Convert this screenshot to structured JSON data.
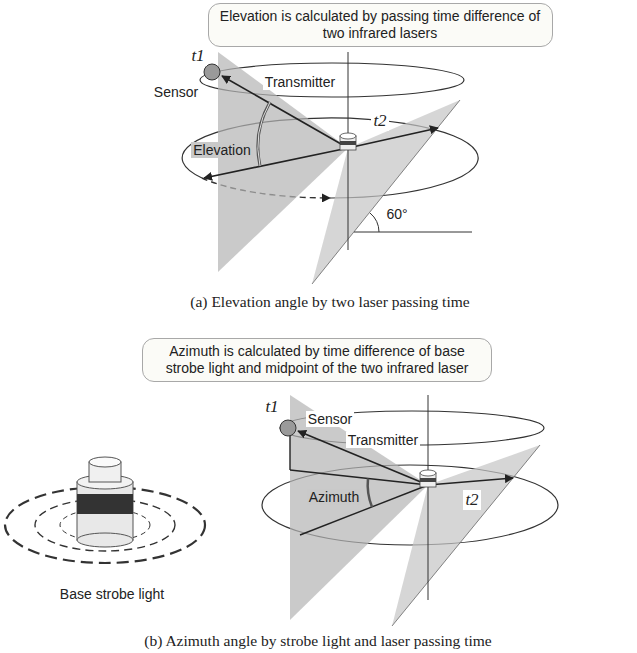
{
  "diagram": {
    "nodes": [
      {
        "text": [
          "Elevation is calculated by passing time difference of two infrared lasers"
        ]
      },
      {
        "text": [
          "Azimuth is calculated by time difference of base strobe light and midpoint of the two infrared laser"
        ]
      }
    ],
    "labels": [
      "t1",
      "Transmitter",
      "Sensor",
      "t2",
      "Elevation",
      "60°",
      "(a) Elevation angle by two laser passing time",
      "Base strobe light",
      "t1",
      "Sensor",
      "Transmitter",
      "t2",
      "Azimuth",
      "(b) Azimuth angle by strobe light and laser passing time"
    ]
  }
}
